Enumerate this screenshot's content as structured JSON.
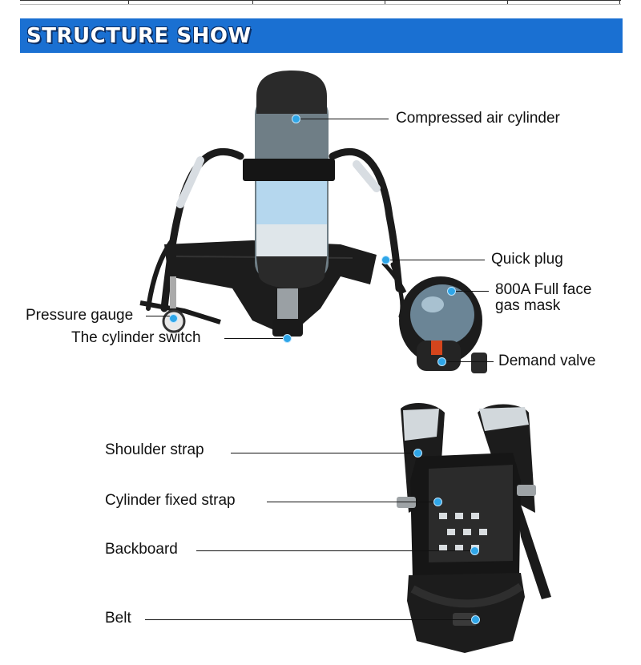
{
  "header": {
    "title": "STRUCTURE SHOW"
  },
  "labels": {
    "cylinder": "Compressed air cylinder",
    "quick_plug": "Quick plug",
    "mask_line1": "800A Full face",
    "mask_line2": "gas mask",
    "pressure_gauge": "Pressure gauge",
    "cylinder_switch": "The cylinder switch",
    "demand_valve": "Demand valve",
    "shoulder_strap": "Shoulder strap",
    "cylinder_fixed_strap": "Cylinder fixed strap",
    "backboard": "Backboard",
    "belt": "Belt"
  },
  "colors": {
    "banner": "#1a70d2",
    "marker": "#2fa6e8"
  }
}
